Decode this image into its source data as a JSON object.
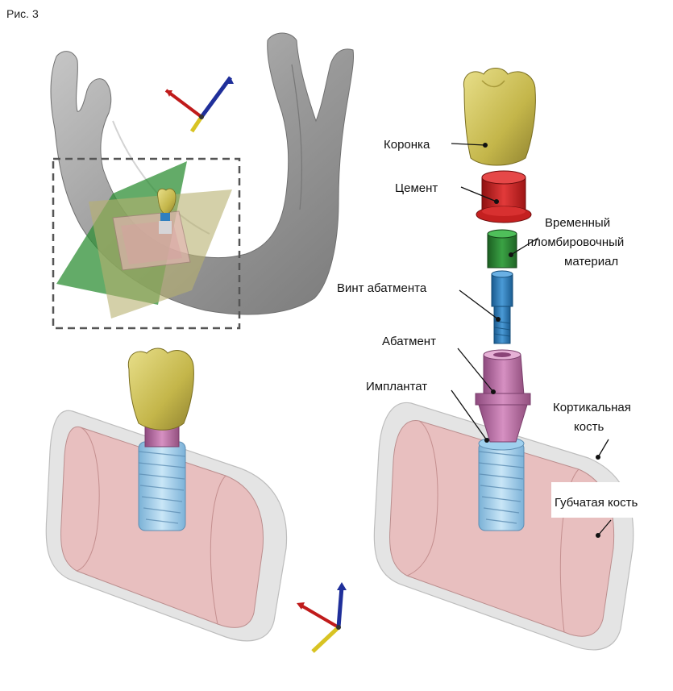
{
  "figure_label": "Рис. 3",
  "labels": {
    "crown": "Коронка",
    "cement": "Цемент",
    "temp_filling_line1": "Временный",
    "temp_filling_line2": "пломбировочный",
    "temp_filling_line3": "материал",
    "abutment_screw": "Винт абатмента",
    "abutment": "Абатмент",
    "implant": "Имплантат",
    "cortical_line1": "Кортикальная",
    "cortical_line2": "кость",
    "cancellous": "Губчатая кость"
  },
  "colors": {
    "crown": "#cfc35a",
    "cement": "#d42a2a",
    "temp_filling": "#2e8a36",
    "screw": "#2f7fbf",
    "abutment": "#c77bb0",
    "implant": "#8ec8ea",
    "cortical_bone": "#d9d9d9",
    "cancellous_bone": "#e9b9b9",
    "green_plane": "#2f8f36",
    "yellow_plane": "#b8b070",
    "jaw": "#9a9a9a",
    "axis_x": "#c01b1b",
    "axis_y": "#d8c323",
    "axis_z": "#1f2f9a"
  }
}
